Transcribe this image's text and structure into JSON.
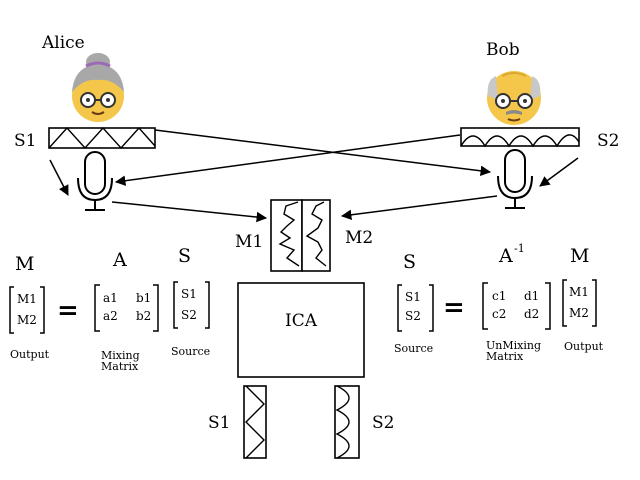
{
  "people": {
    "alice": {
      "name": "Alice",
      "source_label": "S1"
    },
    "bob": {
      "name": "Bob",
      "source_label": "S2"
    }
  },
  "mixtures": {
    "m1_label": "M1",
    "m2_label": "M2"
  },
  "ica_box": {
    "label": "ICA"
  },
  "separated": {
    "s1_label": "S1",
    "s2_label": "S2"
  },
  "mixing_equation": {
    "lhs_letter": "M",
    "lhs_entries": [
      "M1",
      "M2"
    ],
    "lhs_caption": "Output",
    "equals": "=",
    "matrix_letter": "A",
    "matrix_entries": [
      "a1",
      "b1",
      "a2",
      "b2"
    ],
    "matrix_caption_line1": "Mixing",
    "matrix_caption_line2": "Matrix",
    "source_letter": "S",
    "source_entries": [
      "S1",
      "S2"
    ],
    "source_caption": "Source"
  },
  "unmixing_equation": {
    "lhs_letter": "S",
    "lhs_entries": [
      "S1",
      "S2"
    ],
    "lhs_caption": "Source",
    "equals": "=",
    "matrix_letter": "A",
    "matrix_exponent": "-1",
    "matrix_entries": [
      "c1",
      "d1",
      "c2",
      "d2"
    ],
    "matrix_caption_line1": "UnMixing",
    "matrix_caption_line2": "Matrix",
    "output_letter": "M",
    "output_entries": [
      "M1",
      "M2"
    ],
    "output_caption": "Output"
  },
  "colors": {
    "face": "#f4c64a",
    "hair_gray": "#a8a8a8",
    "bun_purple": "#9b6bb5",
    "line": "#000000"
  }
}
